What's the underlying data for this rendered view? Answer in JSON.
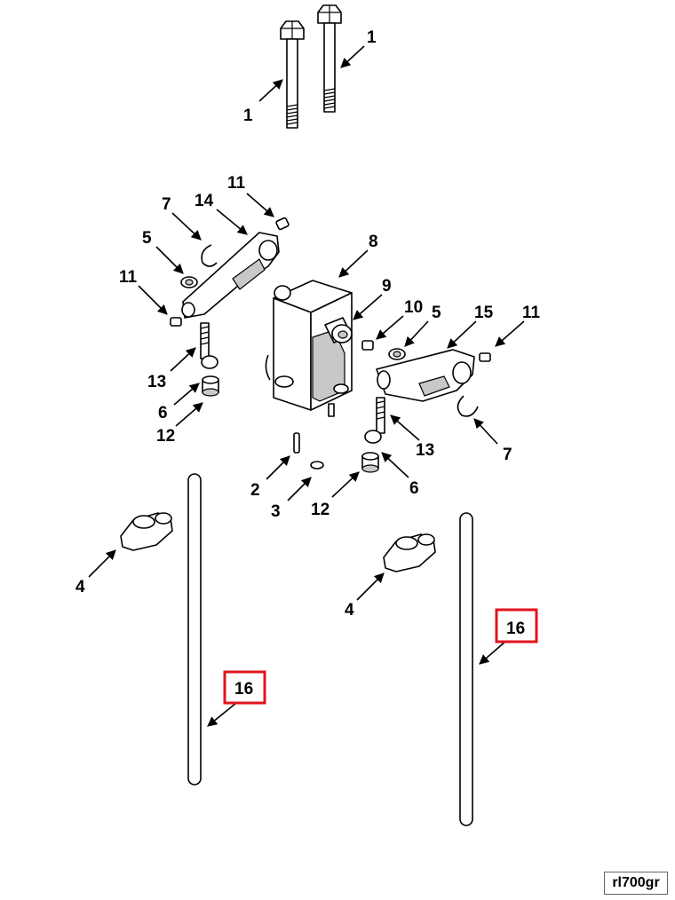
{
  "callouts": {
    "c1a": "1",
    "c1b": "1",
    "c2": "2",
    "c3": "3",
    "c4a": "4",
    "c4b": "4",
    "c5a": "5",
    "c5b": "5",
    "c6a": "6",
    "c6b": "6",
    "c7a": "7",
    "c7b": "7",
    "c8": "8",
    "c9": "9",
    "c10": "10",
    "c11a": "11",
    "c11b": "11",
    "c11c": "11",
    "c12a": "12",
    "c12b": "12",
    "c13a": "13",
    "c13b": "13",
    "c14": "14",
    "c15": "15",
    "c16a": "16",
    "c16b": "16"
  },
  "reference_code": "rl700gr",
  "colors": {
    "highlight_box": "#e0141e",
    "line": "#000000",
    "shade": "#c8c8c8"
  }
}
